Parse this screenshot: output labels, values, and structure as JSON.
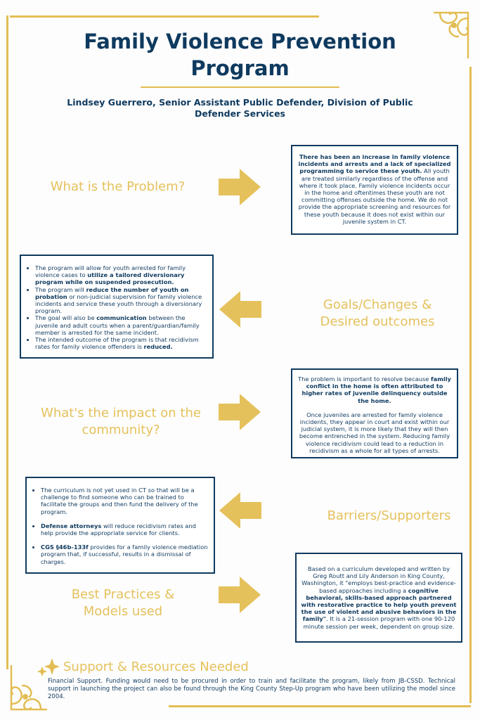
{
  "header": {
    "title": "Family Violence Prevention Program",
    "subtitle": "Lindsey Guerrero, Senior Assistant Public Defender, Division of Public Defender Services"
  },
  "sections": {
    "problem": {
      "label": "What is the Problem?",
      "bold": "There has been an increase in family violence incidents and arrests and a lack of specialized programming to service these youth.",
      "text": " All youth are treated similarly regardless of the offense and where it took place. Family violence incidents occur in the home and oftentimes these youth are not committing offenses outside the home. We do not provide the appropriate screening and resources for these youth because it does not exist within our juvenile system in CT."
    },
    "goals": {
      "label": "Goals/Changes & Desired outcomes",
      "items": [
        {
          "pre": "The program will allow for youth arrested for family violence cases to ",
          "bold": "utilize a tailored diversionary program while on suspended prosecution.",
          "post": ""
        },
        {
          "pre": "The program will ",
          "bold": "reduce the number of youth on probation",
          "post": " or non-judicial supervision for family violence incidents and service these youth through a diversionary program."
        },
        {
          "pre": "The goal will also be ",
          "bold": "communication",
          "post": " between the juvenile and adult courts when a parent/guardian/family member is arrested for the same incident."
        },
        {
          "pre": "The intended outcome of the program is that recidivism rates for family violence offenders is ",
          "bold": "reduced.",
          "post": ""
        }
      ]
    },
    "impact": {
      "label": "What's the impact on the community?",
      "p1_pre": "The problem is important to resolve because ",
      "p1_bold": "family conflict in the home is often attributed to higher rates of juvenile delinquency outside the home.",
      "p2": "Once juveniles are arrested for family violence incidents, they appear in court and exist within our judicial system, it is more likely that they will then become entrenched in the system. Reducing family violence recidivism could lead to a reduction in recidivism as a whole for all types of arrests."
    },
    "barriers": {
      "label": "Barriers/Supporters",
      "items": [
        {
          "pre": "The curriculum is not yet used in CT so that will be a challenge to find someone who can be trained to facilitate the groups and then fund the delivery of the program.",
          "bold": "",
          "post": ""
        },
        {
          "pre": "",
          "bold": "Defense attorneys",
          "post": " will reduce recidivism rates and help provide the appropriate service for clients."
        },
        {
          "pre": "",
          "bold": "CGS §46b-133f",
          "post": " provides for a family violence mediation program that, if successful, results in a dismissal of charges."
        }
      ]
    },
    "practices": {
      "label": "Best Practices & Models used",
      "pre": "Based on a curriculum developed and written by Greg Routt and Lily Anderson in King County, Washington, it \"employs best-practice and evidence-based approaches including a ",
      "bold": "cognitive behavioral, skills-based approach partnered with restorative practice to help youth prevent the use of violent and abusive behaviors in the family\"",
      "post": ". It is a 21-session program with one 90-120 minute session per week, dependent on group size."
    }
  },
  "footer": {
    "title": "Support & Resources Needed",
    "text": "Financial Support. Funding would need to be procured in order to train and facilitate the program, likely from JB-CSSD. Technical support in launching the project can also be found through the King County Step-Up program who have been utilizing the model since 2004."
  },
  "colors": {
    "navy": "#0f3a5f",
    "gold": "#e3bd53",
    "label_gold": "#e5c15c"
  }
}
